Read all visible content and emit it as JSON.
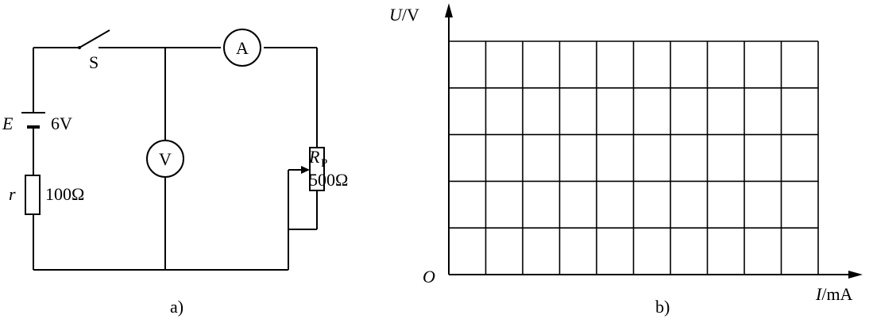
{
  "circuit": {
    "switch_label": "S",
    "ammeter_symbol": "A",
    "voltmeter_symbol": "V",
    "emf_symbol": "E",
    "emf_value": "6V",
    "internal_resistance_symbol": "r",
    "internal_resistance_value": "100Ω",
    "rheostat_symbol_main": "R",
    "rheostat_symbol_sub": "P",
    "rheostat_value": "500Ω",
    "caption": "a)"
  },
  "graph": {
    "y_axis_symbol": "U",
    "y_axis_unit": "/V",
    "x_axis_symbol": "I",
    "x_axis_unit": "/mA",
    "origin_label": "O",
    "grid_columns": 10,
    "grid_rows": 5,
    "caption": "b)"
  }
}
